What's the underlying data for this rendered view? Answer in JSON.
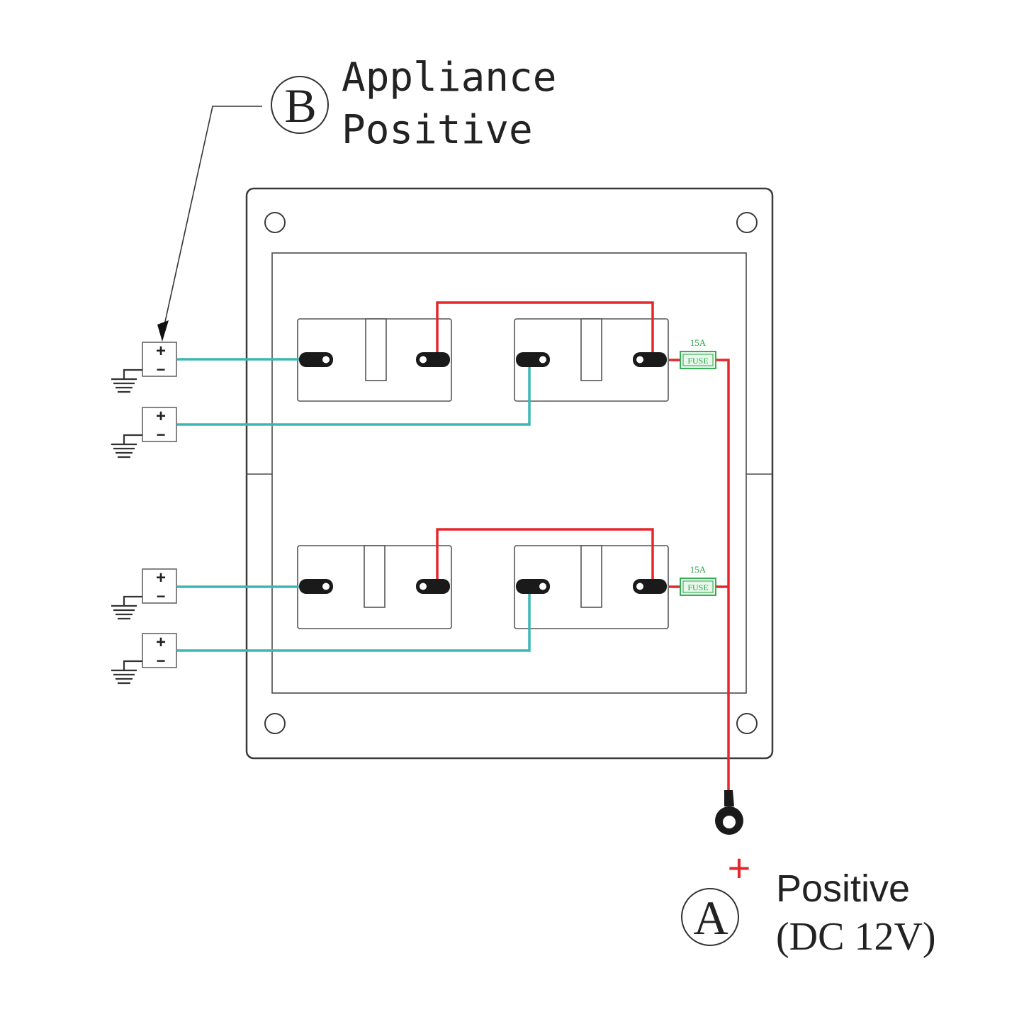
{
  "labels": {
    "b_marker": "B",
    "b_line1": "Appliance",
    "b_line2": "Positive",
    "a_marker": "A",
    "a_plus": "+",
    "a_line1": "Positive",
    "a_line2": "(DC 12V)"
  },
  "fuses": [
    {
      "rating": "15A",
      "text": "FUSE"
    },
    {
      "rating": "15A",
      "text": "FUSE"
    }
  ],
  "appliances": [
    {
      "plus": "+",
      "minus": "−"
    },
    {
      "plus": "+",
      "minus": "−"
    },
    {
      "plus": "+",
      "minus": "−"
    },
    {
      "plus": "+",
      "minus": "−"
    }
  ],
  "colors": {
    "positive_wire": "#e5262b",
    "appliance_wire": "#3bb7b4",
    "fuse": "#22a744",
    "outline": "#3a3a3a"
  }
}
